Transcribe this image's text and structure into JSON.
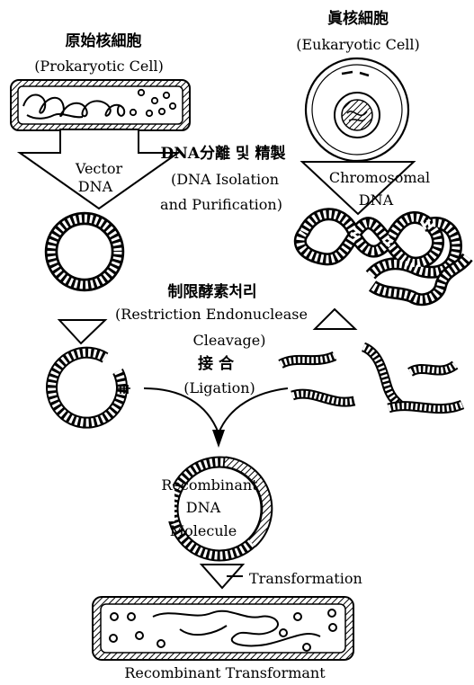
{
  "labels": {
    "prokaryotic_cjk": "原始核細胞",
    "prokaryotic_en": "(Prokaryotic Cell)",
    "eukaryotic_cjk": "眞核細胞",
    "eukaryotic_en": "(Eukaryotic Cell)",
    "isolation_kr": "DNA分離 및 精製",
    "isolation_en_1": "(DNA Isolation",
    "isolation_en_2": "and Purification)",
    "vector_1": "Vector",
    "vector_2": "DNA",
    "chromosomal_1": "Chromosomal",
    "chromosomal_2": "DNA",
    "restriction_kr": "制限酵素처리",
    "restriction_en_1": "(Restriction Endonuclease",
    "restriction_en_2": "Cleavage)",
    "ligation_kr": "接  合",
    "ligation_en": "(Ligation)",
    "recombinant_1": "Recombinant",
    "recombinant_2": "DNA",
    "recombinant_3": "Molecule",
    "transformation": "Transformation",
    "transformant": "Recombinant Transformant"
  }
}
